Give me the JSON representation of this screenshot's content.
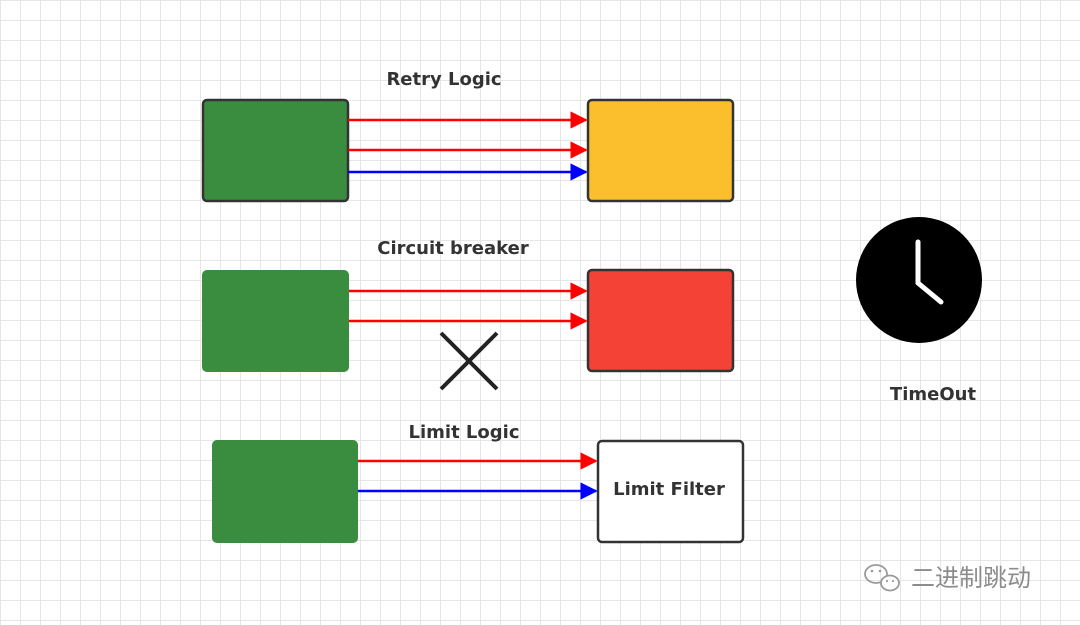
{
  "diagram": {
    "retry": {
      "title": "Retry Logic",
      "source_color": "#3a8c3e",
      "target_color": "#fbbf2e"
    },
    "circuit": {
      "title": "Circuit breaker",
      "source_color": "#3a8c3e",
      "target_color": "#f44336"
    },
    "limit": {
      "title": "Limit Logic",
      "source_color": "#3a8c3e",
      "target_label": "Limit Filter",
      "target_color": "#ffffff"
    },
    "timeout": {
      "label": "TimeOut",
      "icon": "clock-icon"
    },
    "arrow_colors": {
      "request": "#ff0000",
      "alt": "#0000ff"
    }
  },
  "watermark": {
    "text": "二进制跳动",
    "icon": "wechat-icon"
  }
}
